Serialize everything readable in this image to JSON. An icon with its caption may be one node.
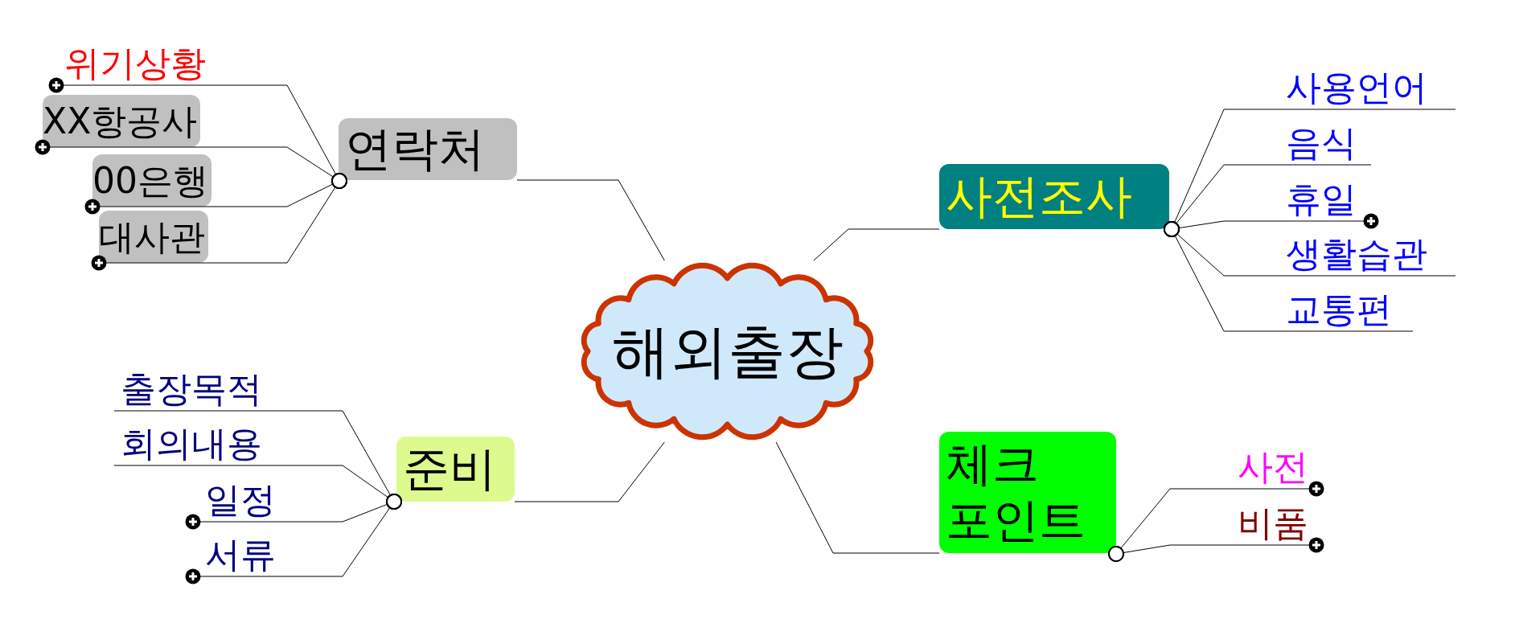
{
  "diagram": {
    "nodes": [
      {
        "text": [
          "해외출장"
        ]
      },
      {
        "text": [
          "연락처"
        ]
      },
      {
        "text": [
          "위기상황"
        ]
      },
      {
        "text": [
          "XX항공사"
        ]
      },
      {
        "text": [
          "00은행"
        ]
      },
      {
        "text": [
          "대사관"
        ]
      },
      {
        "text": [
          "사전조사"
        ]
      },
      {
        "text": [
          "사용언어"
        ]
      },
      {
        "text": [
          "음식"
        ]
      },
      {
        "text": [
          "휴일"
        ]
      },
      {
        "text": [
          "생활습관"
        ]
      },
      {
        "text": [
          "교통편"
        ]
      },
      {
        "text": [
          "준비"
        ]
      },
      {
        "text": [
          "출장목적"
        ]
      },
      {
        "text": [
          "회의내용"
        ]
      },
      {
        "text": [
          "일정"
        ]
      },
      {
        "text": [
          "서류"
        ]
      },
      {
        "text": [
          "체크 포인트"
        ]
      },
      {
        "text": [
          "사전"
        ]
      },
      {
        "text": [
          "비품"
        ]
      }
    ],
    "edges": [
      {
        "from": 0,
        "to": 1,
        "arrow": "none"
      },
      {
        "from": 1,
        "to": 2,
        "arrow": "other"
      },
      {
        "from": 1,
        "to": 3,
        "arrow": "other"
      },
      {
        "from": 1,
        "to": 4,
        "arrow": "other"
      },
      {
        "from": 1,
        "to": 5,
        "arrow": "other"
      },
      {
        "from": 0,
        "to": 6,
        "arrow": "none"
      },
      {
        "from": 6,
        "to": 7,
        "arrow": "other"
      },
      {
        "from": 6,
        "to": 8,
        "arrow": "other"
      },
      {
        "from": 6,
        "to": 9,
        "arrow": "other"
      },
      {
        "from": 6,
        "to": 10,
        "arrow": "other"
      },
      {
        "from": 6,
        "to": 11,
        "arrow": "other"
      },
      {
        "from": 0,
        "to": 12,
        "arrow": "none"
      },
      {
        "from": 12,
        "to": 13,
        "arrow": "other"
      },
      {
        "from": 12,
        "to": 14,
        "arrow": "other"
      },
      {
        "from": 12,
        "to": 15,
        "arrow": "other"
      },
      {
        "from": 12,
        "to": 16,
        "arrow": "other"
      },
      {
        "from": 0,
        "to": 17,
        "arrow": "none"
      },
      {
        "from": 17,
        "to": 18,
        "arrow": "other"
      },
      {
        "from": 17,
        "to": 19,
        "arrow": "other"
      }
    ]
  }
}
